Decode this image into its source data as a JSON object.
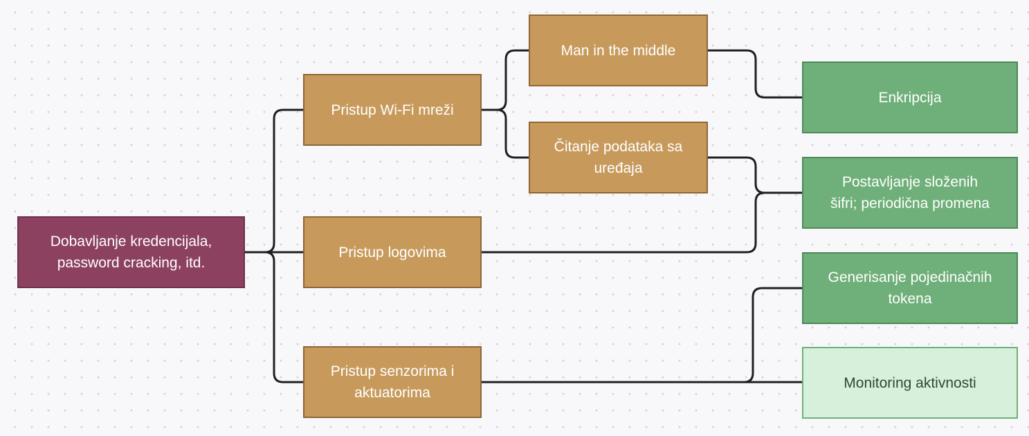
{
  "diagram": {
    "root": {
      "label_line1": "Dobavljanje kredencijala,",
      "label_line2": "password cracking, itd."
    },
    "attacks": {
      "wifi": {
        "label": "Pristup Wi-Fi mreži"
      },
      "logs": {
        "label": "Pristup logovima"
      },
      "sensors": {
        "label_line1": "Pristup senzorima i",
        "label_line2": "aktuatorima"
      }
    },
    "sub_attacks": {
      "mitm": {
        "label": "Man in the middle"
      },
      "device_read": {
        "label_line1": "Čitanje podataka sa",
        "label_line2": "uređaja"
      }
    },
    "mitigations": {
      "encryption": {
        "label": "Enkripcija"
      },
      "complex_passwords": {
        "label_line1": "Postavljanje složenih",
        "label_line2": "šifri; periodična promena"
      },
      "tokens": {
        "label_line1": "Generisanje pojedinačnih",
        "label_line2": "tokena"
      },
      "monitoring": {
        "label": "Monitoring aktivnosti"
      }
    }
  },
  "colors": {
    "root_fill": "#8c4161",
    "attack_fill": "#c79a5c",
    "mitigation_fill": "#6faf79",
    "mitigation_light_fill": "#d6f0dc",
    "connector": "#1f1f1f"
  }
}
